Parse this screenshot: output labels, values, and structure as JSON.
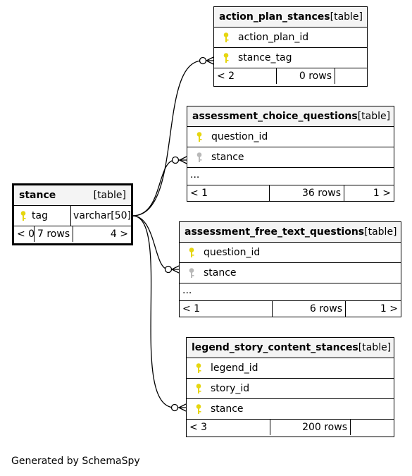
{
  "colors": {
    "primary_key": "#e6d60f",
    "foreign_key": "#b9b9b9",
    "header_bg": "#f4f4f4",
    "line": "#000000"
  },
  "tables": {
    "stance": {
      "name": "stance",
      "type_label": "[table]",
      "columns": [
        {
          "name": "tag",
          "datatype": "varchar[50]",
          "icon": "primary-key-icon"
        }
      ],
      "footer": {
        "parents": "< 0",
        "rows": "7 rows",
        "children": "4 >"
      }
    },
    "action_plan_stances": {
      "name": "action_plan_stances",
      "type_label": "[table]",
      "columns": [
        {
          "name": "action_plan_id",
          "icon": "primary-key-icon"
        },
        {
          "name": "stance_tag",
          "icon": "primary-key-icon"
        }
      ],
      "footer": {
        "parents": "< 2",
        "rows": "0 rows",
        "children": ""
      }
    },
    "assessment_choice_questions": {
      "name": "assessment_choice_questions",
      "type_label": "[table]",
      "columns": [
        {
          "name": "question_id",
          "icon": "primary-key-icon"
        },
        {
          "name": "stance",
          "icon": "foreign-key-icon"
        }
      ],
      "ellipsis": "...",
      "footer": {
        "parents": "< 1",
        "rows": "36 rows",
        "children": "1 >"
      }
    },
    "assessment_free_text_questions": {
      "name": "assessment_free_text_questions",
      "type_label": "[table]",
      "columns": [
        {
          "name": "question_id",
          "icon": "primary-key-icon"
        },
        {
          "name": "stance",
          "icon": "foreign-key-icon"
        }
      ],
      "ellipsis": "...",
      "footer": {
        "parents": "< 1",
        "rows": "6 rows",
        "children": "1 >"
      }
    },
    "legend_story_content_stances": {
      "name": "legend_story_content_stances",
      "type_label": "[table]",
      "columns": [
        {
          "name": "legend_id",
          "icon": "primary-key-icon"
        },
        {
          "name": "story_id",
          "icon": "primary-key-icon"
        },
        {
          "name": "stance",
          "icon": "primary-key-icon"
        }
      ],
      "footer": {
        "parents": "< 3",
        "rows": "200 rows",
        "children": ""
      }
    }
  },
  "relationships": [
    {
      "from": "stance.tag",
      "to": "action_plan_stances.stance_tag"
    },
    {
      "from": "stance.tag",
      "to": "assessment_choice_questions.stance"
    },
    {
      "from": "stance.tag",
      "to": "assessment_free_text_questions.stance"
    },
    {
      "from": "stance.tag",
      "to": "legend_story_content_stances.stance"
    }
  ],
  "generated_by": "Generated by SchemaSpy"
}
